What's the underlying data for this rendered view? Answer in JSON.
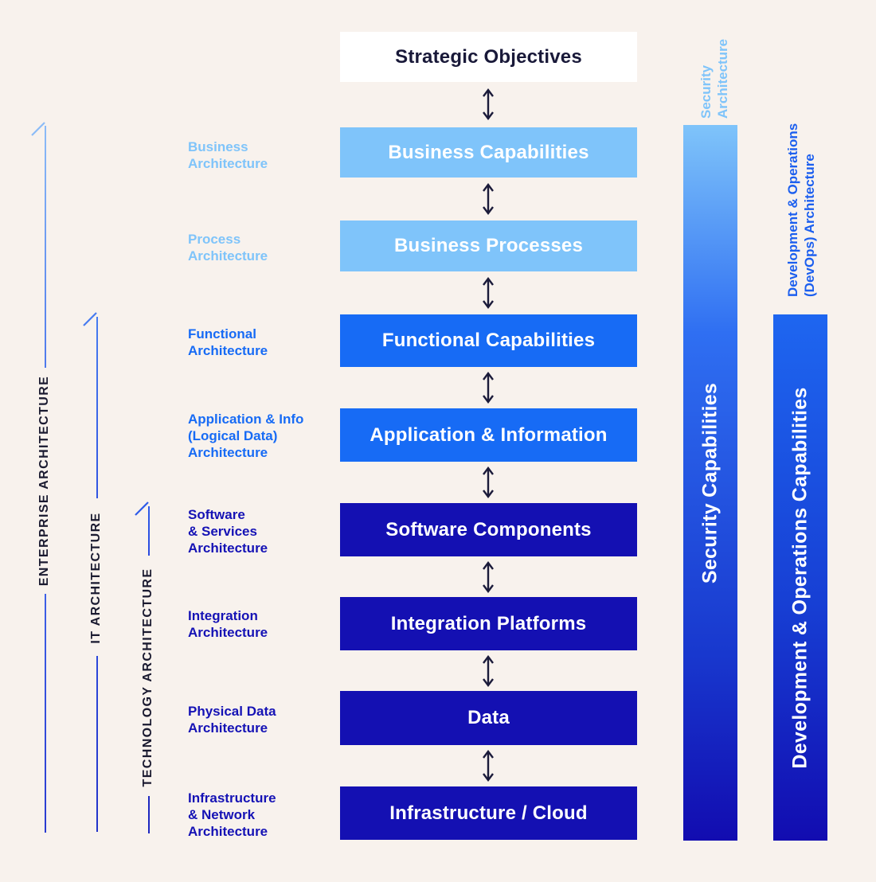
{
  "colors": {
    "background": "#F8F2ED",
    "light_blue": "#7FC4FA",
    "medium_blue": "#176BF5",
    "dark_blue": "#1410B2",
    "navy_text": "#191939",
    "rail_text": "#1A1A30"
  },
  "stack": [
    {
      "id": "strategic-objectives",
      "text": "Strategic Objectives"
    },
    {
      "id": "business-capabilities",
      "text": "Business Capabilities"
    },
    {
      "id": "business-processes",
      "text": "Business Processes"
    },
    {
      "id": "functional-capabilities",
      "text": "Functional Capabilities"
    },
    {
      "id": "application-information",
      "text": "Application & Information"
    },
    {
      "id": "software-components",
      "text": "Software Components"
    },
    {
      "id": "integration-platforms",
      "text": "Integration Platforms"
    },
    {
      "id": "data",
      "text": "Data"
    },
    {
      "id": "infrastructure-cloud",
      "text": "Infrastructure / Cloud"
    }
  ],
  "layer_labels": [
    {
      "id": "business-architecture",
      "text": "Business\nArchitecture"
    },
    {
      "id": "process-architecture",
      "text": "Process\nArchitecture"
    },
    {
      "id": "functional-architecture",
      "text": "Functional\nArchitecture"
    },
    {
      "id": "application-info-architecture",
      "text": "Application & Info\n(Logical Data)\nArchitecture"
    },
    {
      "id": "software-services-architecture",
      "text": "Software\n& Services\nArchitecture"
    },
    {
      "id": "integration-architecture",
      "text": "Integration\nArchitecture"
    },
    {
      "id": "physical-data-architecture",
      "text": "Physical Data\nArchitecture"
    },
    {
      "id": "infrastructure-network-architecture",
      "text": "Infrastructure\n& Network\nArchitecture"
    }
  ],
  "rails": {
    "enterprise": {
      "label": "ENTERPRISE ARCHITECTURE"
    },
    "it": {
      "label": "IT ARCHITECTURE"
    },
    "technology": {
      "label": "TECHNOLOGY ARCHITECTURE"
    }
  },
  "right_bars": {
    "security": {
      "arch_label": "Security\nArchitecture",
      "bar_label": "Security Capabilities"
    },
    "devops": {
      "arch_label": "Development & Operations\n(DevOps) Architecture",
      "bar_label": "Development & Operations Capabilities"
    }
  }
}
